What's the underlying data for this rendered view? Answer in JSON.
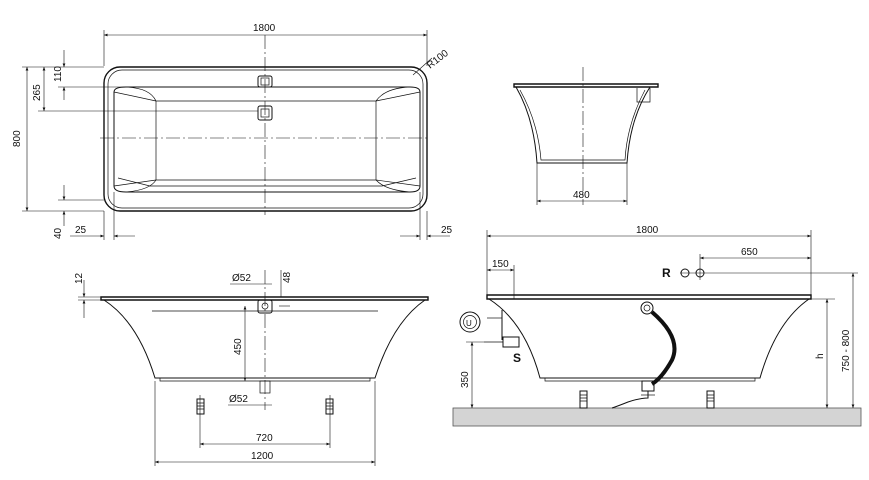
{
  "top_view": {
    "width": "1800",
    "height": "800",
    "radius": "R100",
    "dim_110": "110",
    "dim_265": "265",
    "dim_40": "40",
    "dim_25_left": "25",
    "dim_25_right": "25"
  },
  "end_view": {
    "width": "480"
  },
  "front_view": {
    "dim_12": "12",
    "dim_52_top": "Ø52",
    "dim_48": "48",
    "dim_450": "450",
    "dim_52_bottom": "Ø52",
    "dim_720": "720",
    "dim_1200": "1200"
  },
  "install_view": {
    "length": "1800",
    "dim_150": "150",
    "dim_650": "650",
    "label_r": "R",
    "label_u": "U",
    "label_s": "S",
    "dim_350": "350",
    "label_h": "h",
    "range_height": "750 - 800"
  }
}
